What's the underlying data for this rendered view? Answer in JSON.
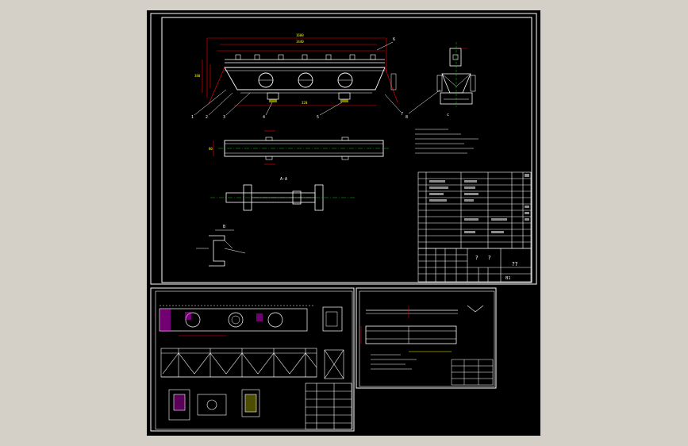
{
  "drawing": {
    "main_title_block": {
      "code_a": "?",
      "code_b": "?",
      "code_c": "??",
      "name": "B1"
    },
    "section_labels": {
      "a_a": "A-A",
      "b": "B",
      "view": "c"
    },
    "dimensions": {
      "overall_length": "1600",
      "inner_length": "1440",
      "height": "380",
      "width_small": "320",
      "beam_height": "80"
    },
    "balloon_numbers": [
      "1",
      "2",
      "3",
      "4",
      "5",
      "6",
      "7",
      "8"
    ],
    "colors": {
      "background": "#000000",
      "frame": "#ffffff",
      "outline": "#ffffff",
      "dimension": "#ff0000",
      "annotation": "#ffff00",
      "centerline": "#00ff00",
      "highlight": "#ff00ff"
    }
  }
}
